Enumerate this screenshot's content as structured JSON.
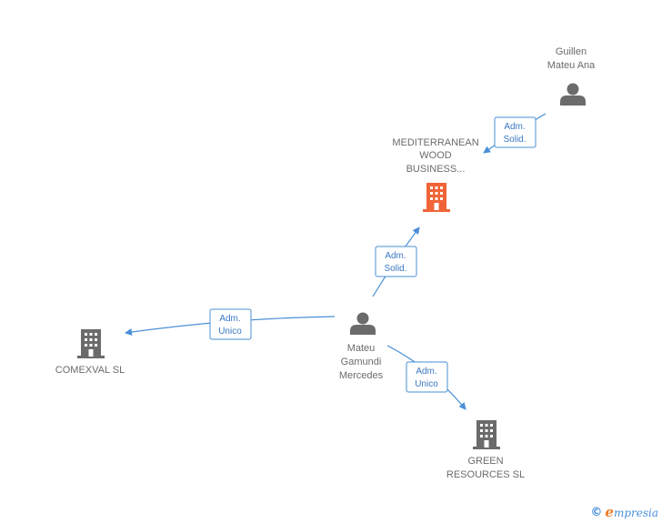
{
  "colors": {
    "person": "#6b6b6b",
    "company": "#6b6b6b",
    "company_highlight": "#f06437",
    "edge": "#4a8fd6",
    "brand_accent": "#f07a22"
  },
  "nodes": {
    "guillen": {
      "lines": [
        "Guillen",
        "Mateu Ana"
      ],
      "icon": "person-icon"
    },
    "mediterranean": {
      "lines": [
        "MEDITERRANEAN",
        "WOOD",
        "BUSINESS..."
      ],
      "icon": "building-icon"
    },
    "mateu": {
      "lines": [
        "Mateu",
        "Gamundi",
        "Mercedes"
      ],
      "icon": "person-icon"
    },
    "comexval": {
      "lines": [
        "COMEXVAL SL"
      ],
      "icon": "building-icon"
    },
    "green": {
      "lines": [
        "GREEN",
        "RESOURCES SL"
      ],
      "icon": "building-icon"
    }
  },
  "edges": {
    "guillen_med": {
      "lines": [
        "Adm.",
        "Solid."
      ]
    },
    "mateu_med": {
      "lines": [
        "Adm.",
        "Solid."
      ]
    },
    "mateu_comexval": {
      "lines": [
        "Adm.",
        "Unico"
      ]
    },
    "mateu_green": {
      "lines": [
        "Adm.",
        "Unico"
      ]
    }
  },
  "footer": {
    "copyright": "©",
    "brand_initial": "e",
    "brand_rest": "mpresia"
  }
}
